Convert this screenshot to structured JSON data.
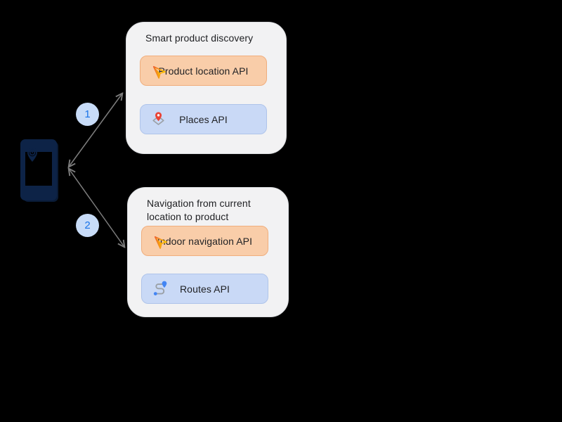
{
  "diagram": {
    "device": {
      "name": "mobile device with location pin"
    },
    "connectors": [
      {
        "label": "1"
      },
      {
        "label": "2"
      }
    ],
    "cards": [
      {
        "title": "Smart product discovery",
        "chips": [
          {
            "label": "Product location API",
            "icon": "navigation-arrow-icon",
            "style": "peach"
          },
          {
            "label": "Places API",
            "icon": "place-pin-diamond-icon",
            "style": "blue"
          }
        ]
      },
      {
        "title": "Navigation from current location to product",
        "chips": [
          {
            "label": "Indoor navigation API",
            "icon": "navigation-arrow-icon",
            "style": "peach"
          },
          {
            "label": "Routes API",
            "icon": "route-icon",
            "style": "blue"
          }
        ]
      }
    ],
    "colors": {
      "background": "#000000",
      "card_bg": "#F2F2F3",
      "card_border": "#DADCDF",
      "chip_peach_bg": "#F9CDA9",
      "chip_peach_border": "#F0AE7D",
      "chip_blue_bg": "#C9D9F6",
      "chip_blue_border": "#AFC4EA",
      "badge_bg": "#C8DCF8",
      "badge_text": "#1A73E8",
      "arrow_gray": "#7D7D7D",
      "device_navy": "#0D2347",
      "pin_red": "#EA4335",
      "route_blue": "#4285F4",
      "icon_gradient_start": "#E8453C",
      "icon_gradient_end": "#FBBC04",
      "text": "#202124"
    }
  }
}
